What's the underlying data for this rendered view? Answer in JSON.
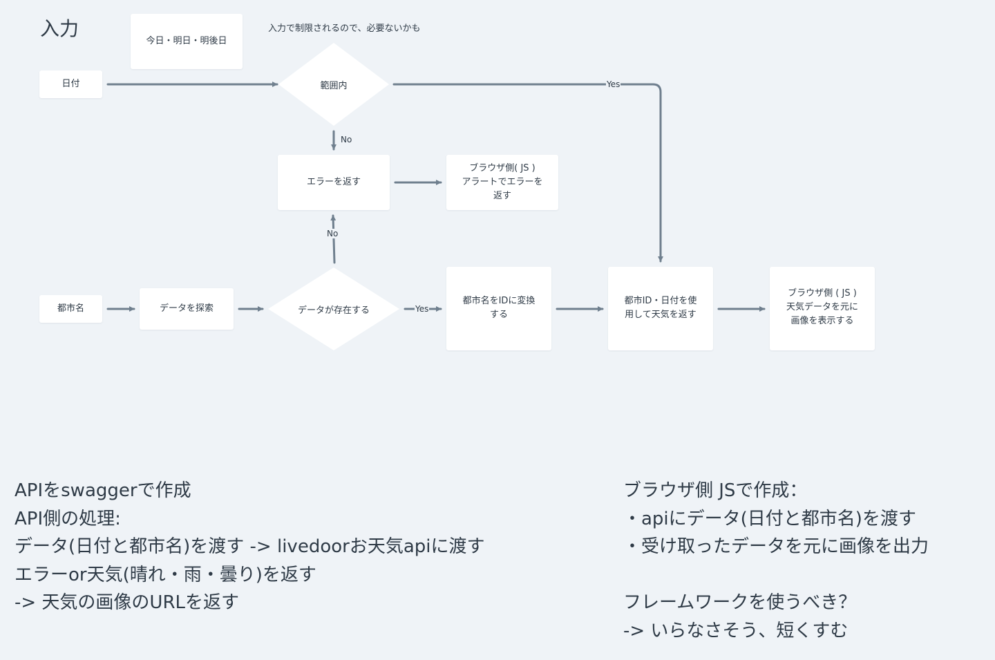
{
  "diagram": {
    "heading": "入力",
    "note": "入力で制限されるので、必要ないかも",
    "nodes": {
      "date_input": "日付",
      "date_options": "今日・明日・明後日",
      "in_range": "範囲内",
      "return_error": "エラーを返す",
      "browser_alert": "ブラウザ側( JS )\nアラートでエラーを\n返す",
      "city_input": "都市名",
      "search_data": "データを探索",
      "data_exists": "データが存在する",
      "city_to_id": "都市名をIDに変換\nする",
      "return_weather": "都市ID・日付を使\n用して天気を返す",
      "browser_display": "ブラウザ側 ( JS )\n天気データを元に\n画像を表示する"
    },
    "edge_labels": {
      "range_no": "No",
      "range_yes": "Yes",
      "exists_no": "No",
      "exists_yes": "Yes"
    },
    "colors": {
      "background": "#eff3f7",
      "node": "#ffffff",
      "edge": "#6f7f8e",
      "text": "#2e3a46"
    }
  },
  "notes_left": [
    "APIをswaggerで作成",
    "API側の処理:",
    "データ(日付と都市名)を渡す -> livedoorお天気apiに渡す",
    "エラーor天気(晴れ・雨・曇り)を返す",
    "-> 天気の画像のURLを返す"
  ],
  "notes_right": [
    "ブラウザ側 JSで作成：",
    "・apiにデータ(日付と都市名)を渡す",
    "・受け取ったデータを元に画像を出力",
    "",
    "フレームワークを使うべき？",
    "-> いらなさそう、短くすむ"
  ]
}
